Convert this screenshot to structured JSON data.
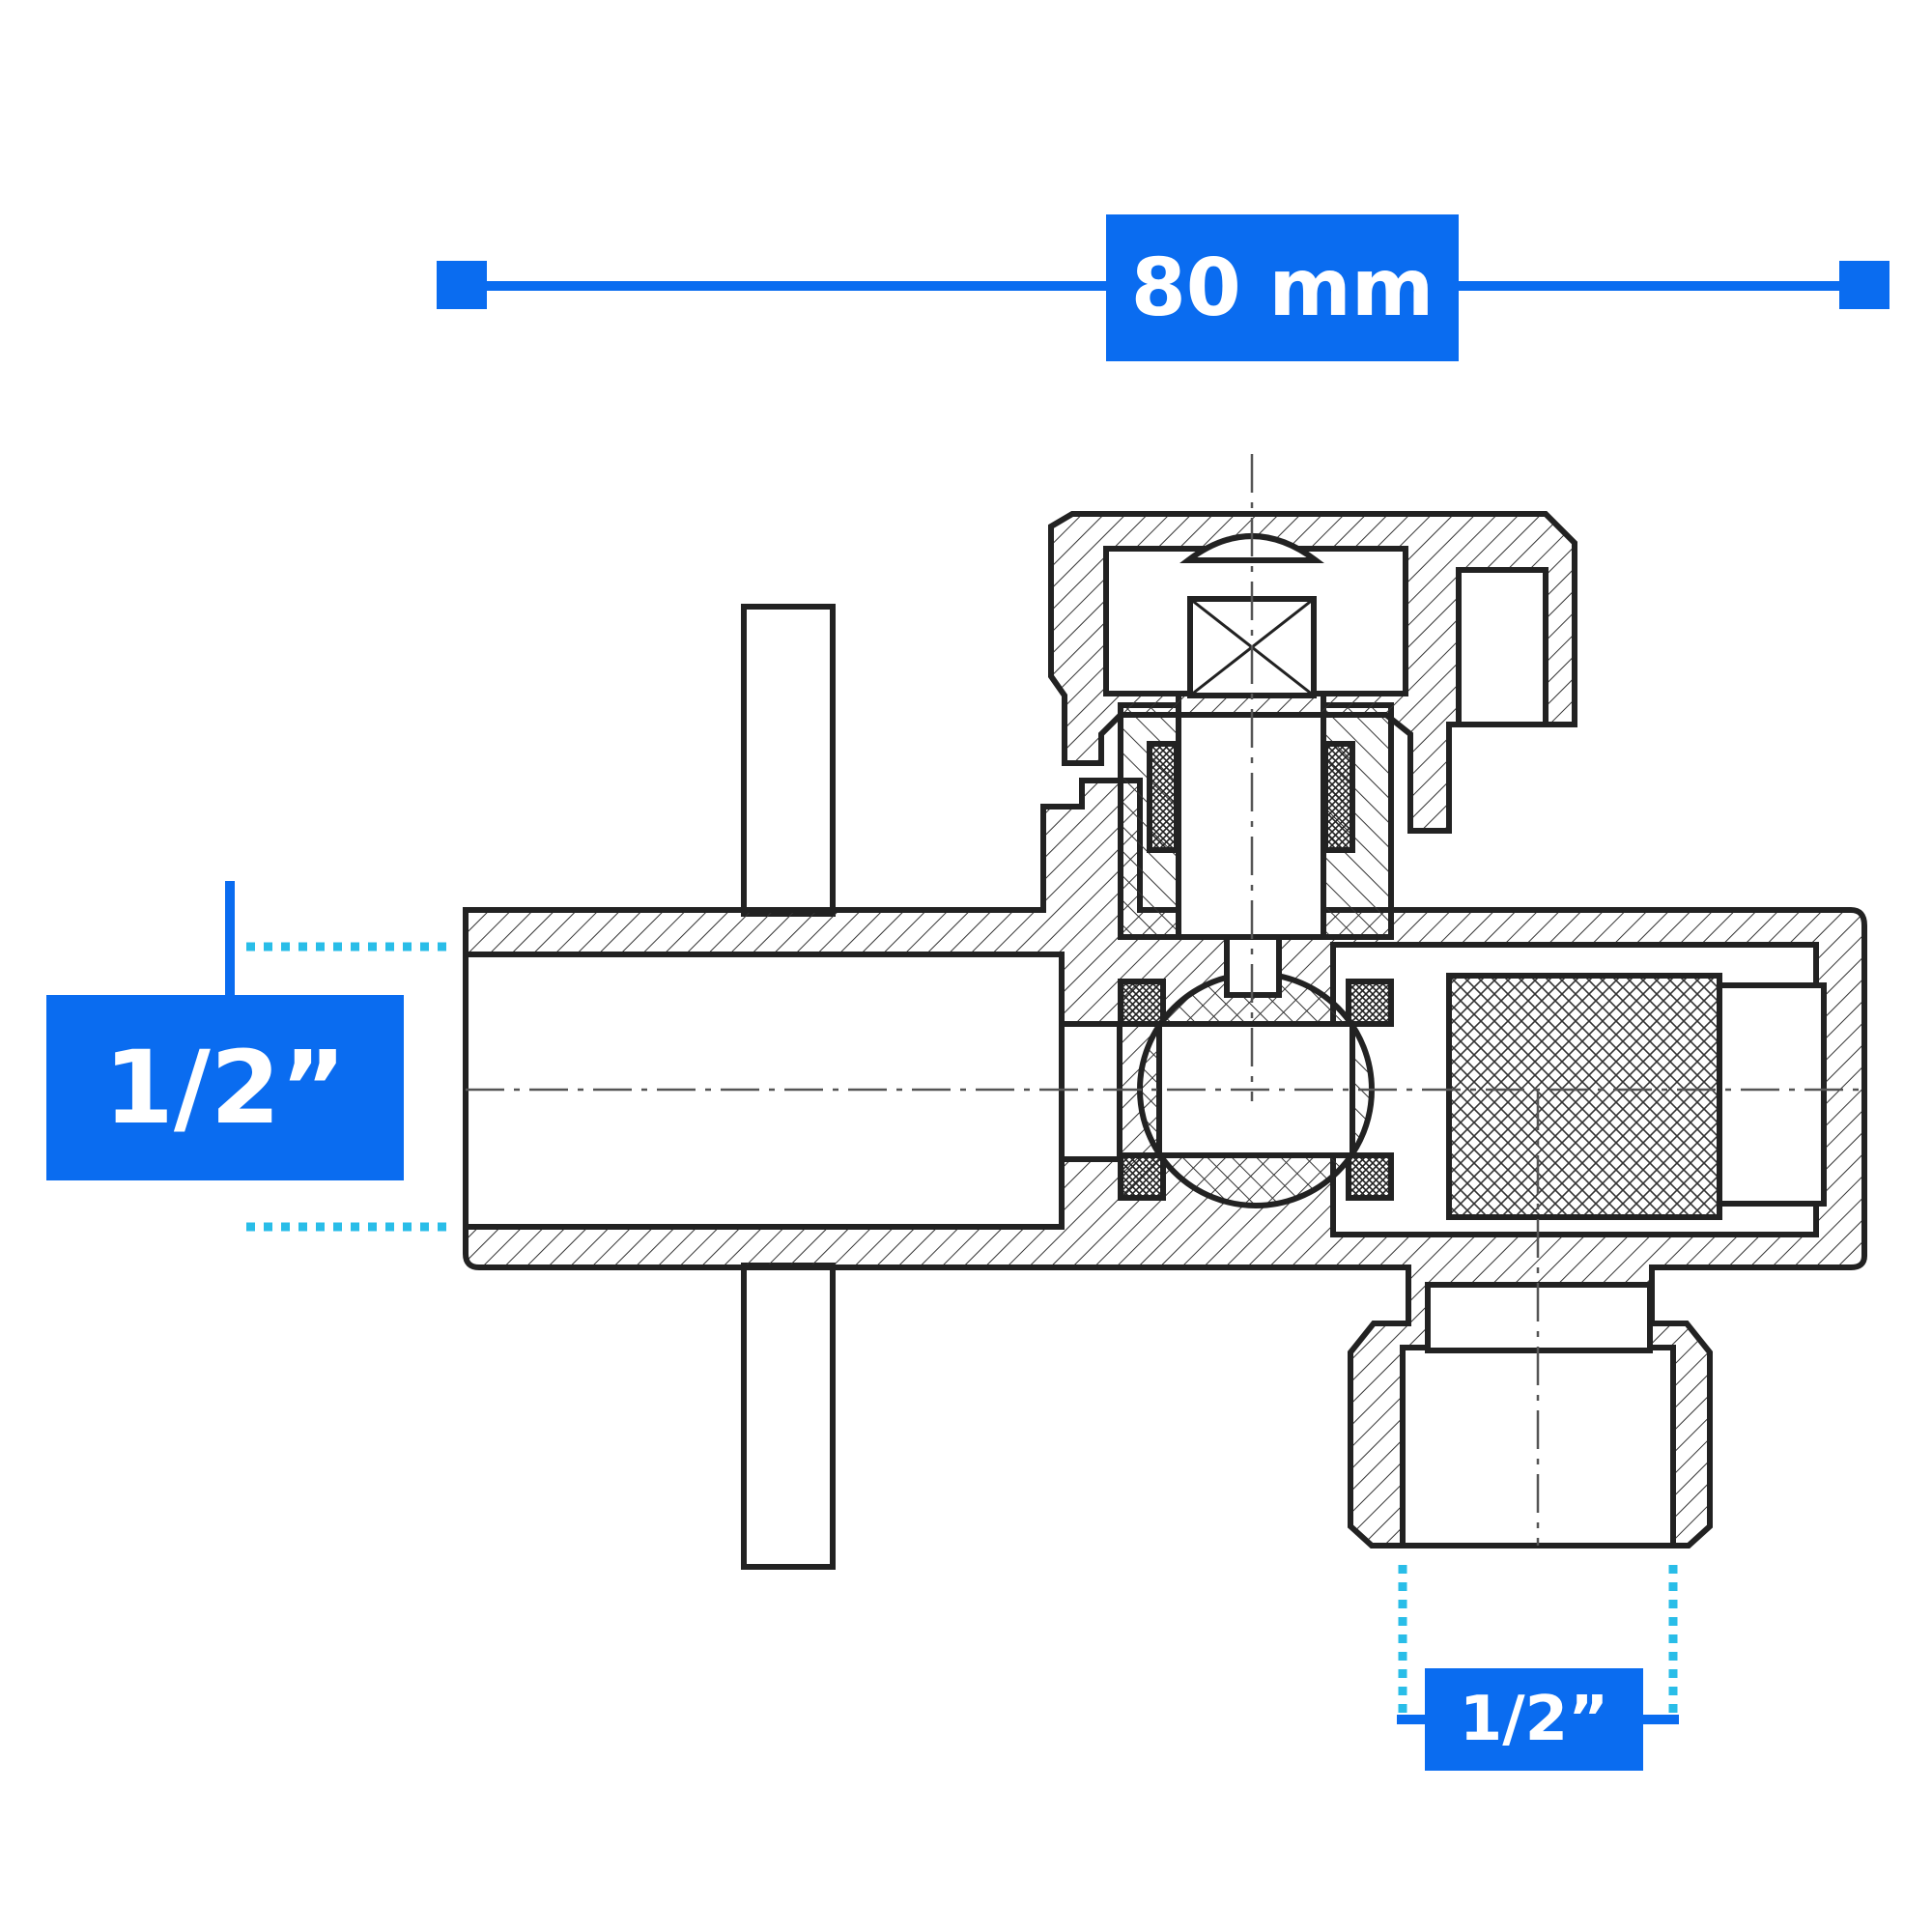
{
  "dimensions": {
    "overall_length": {
      "label": "80 mm"
    },
    "inlet_thread": {
      "label": "1/2”"
    },
    "outlet_thread": {
      "label": "1/2”"
    }
  },
  "colors": {
    "dimension_blue": "#0a6cf0",
    "extension_cyan": "#29bde8",
    "line_dark": "#222222",
    "paper": "#ffffff"
  }
}
